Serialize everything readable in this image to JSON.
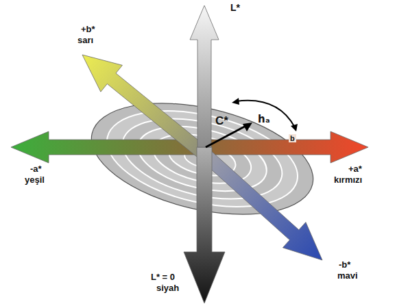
{
  "diagram": {
    "labels": [
      "L*",
      "+b*",
      "sarı",
      "C*",
      "hₐ",
      "-a*",
      "yeşil",
      "b",
      "+a*",
      "kırmızı",
      "-b*",
      "mavi",
      "L* = 0",
      "siyah"
    ]
  }
}
